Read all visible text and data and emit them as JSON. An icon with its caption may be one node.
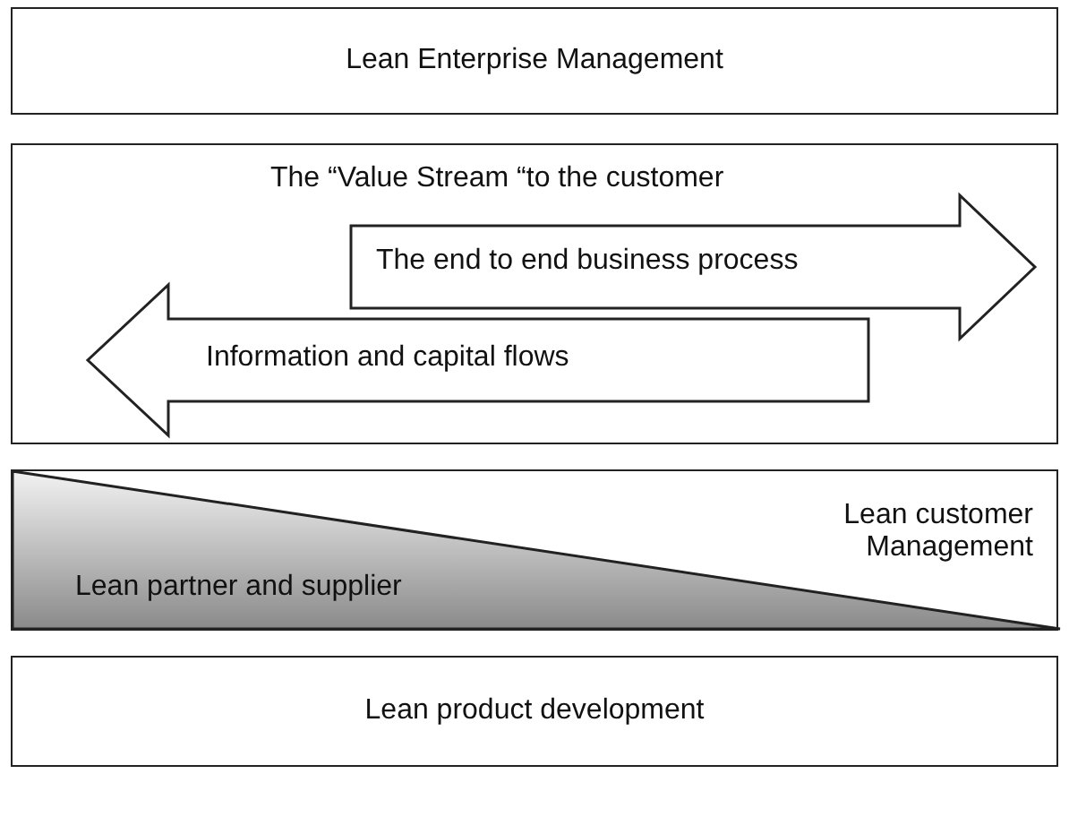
{
  "diagram": {
    "nodes": [
      {
        "text": [
          "Lean Enterprise Management"
        ]
      },
      {
        "text": [
          "The “Value Stream “to the customer"
        ]
      },
      {
        "text": [
          "The end to end business process"
        ],
        "in": 1
      },
      {
        "text": [
          "Information and capital flows"
        ],
        "in": 1
      },
      {
        "text": [
          "Lean customer Management"
        ]
      },
      {
        "text": [
          "Lean partner and supplier"
        ],
        "in": 4
      },
      {
        "text": [
          "Lean product development"
        ]
      }
    ]
  }
}
